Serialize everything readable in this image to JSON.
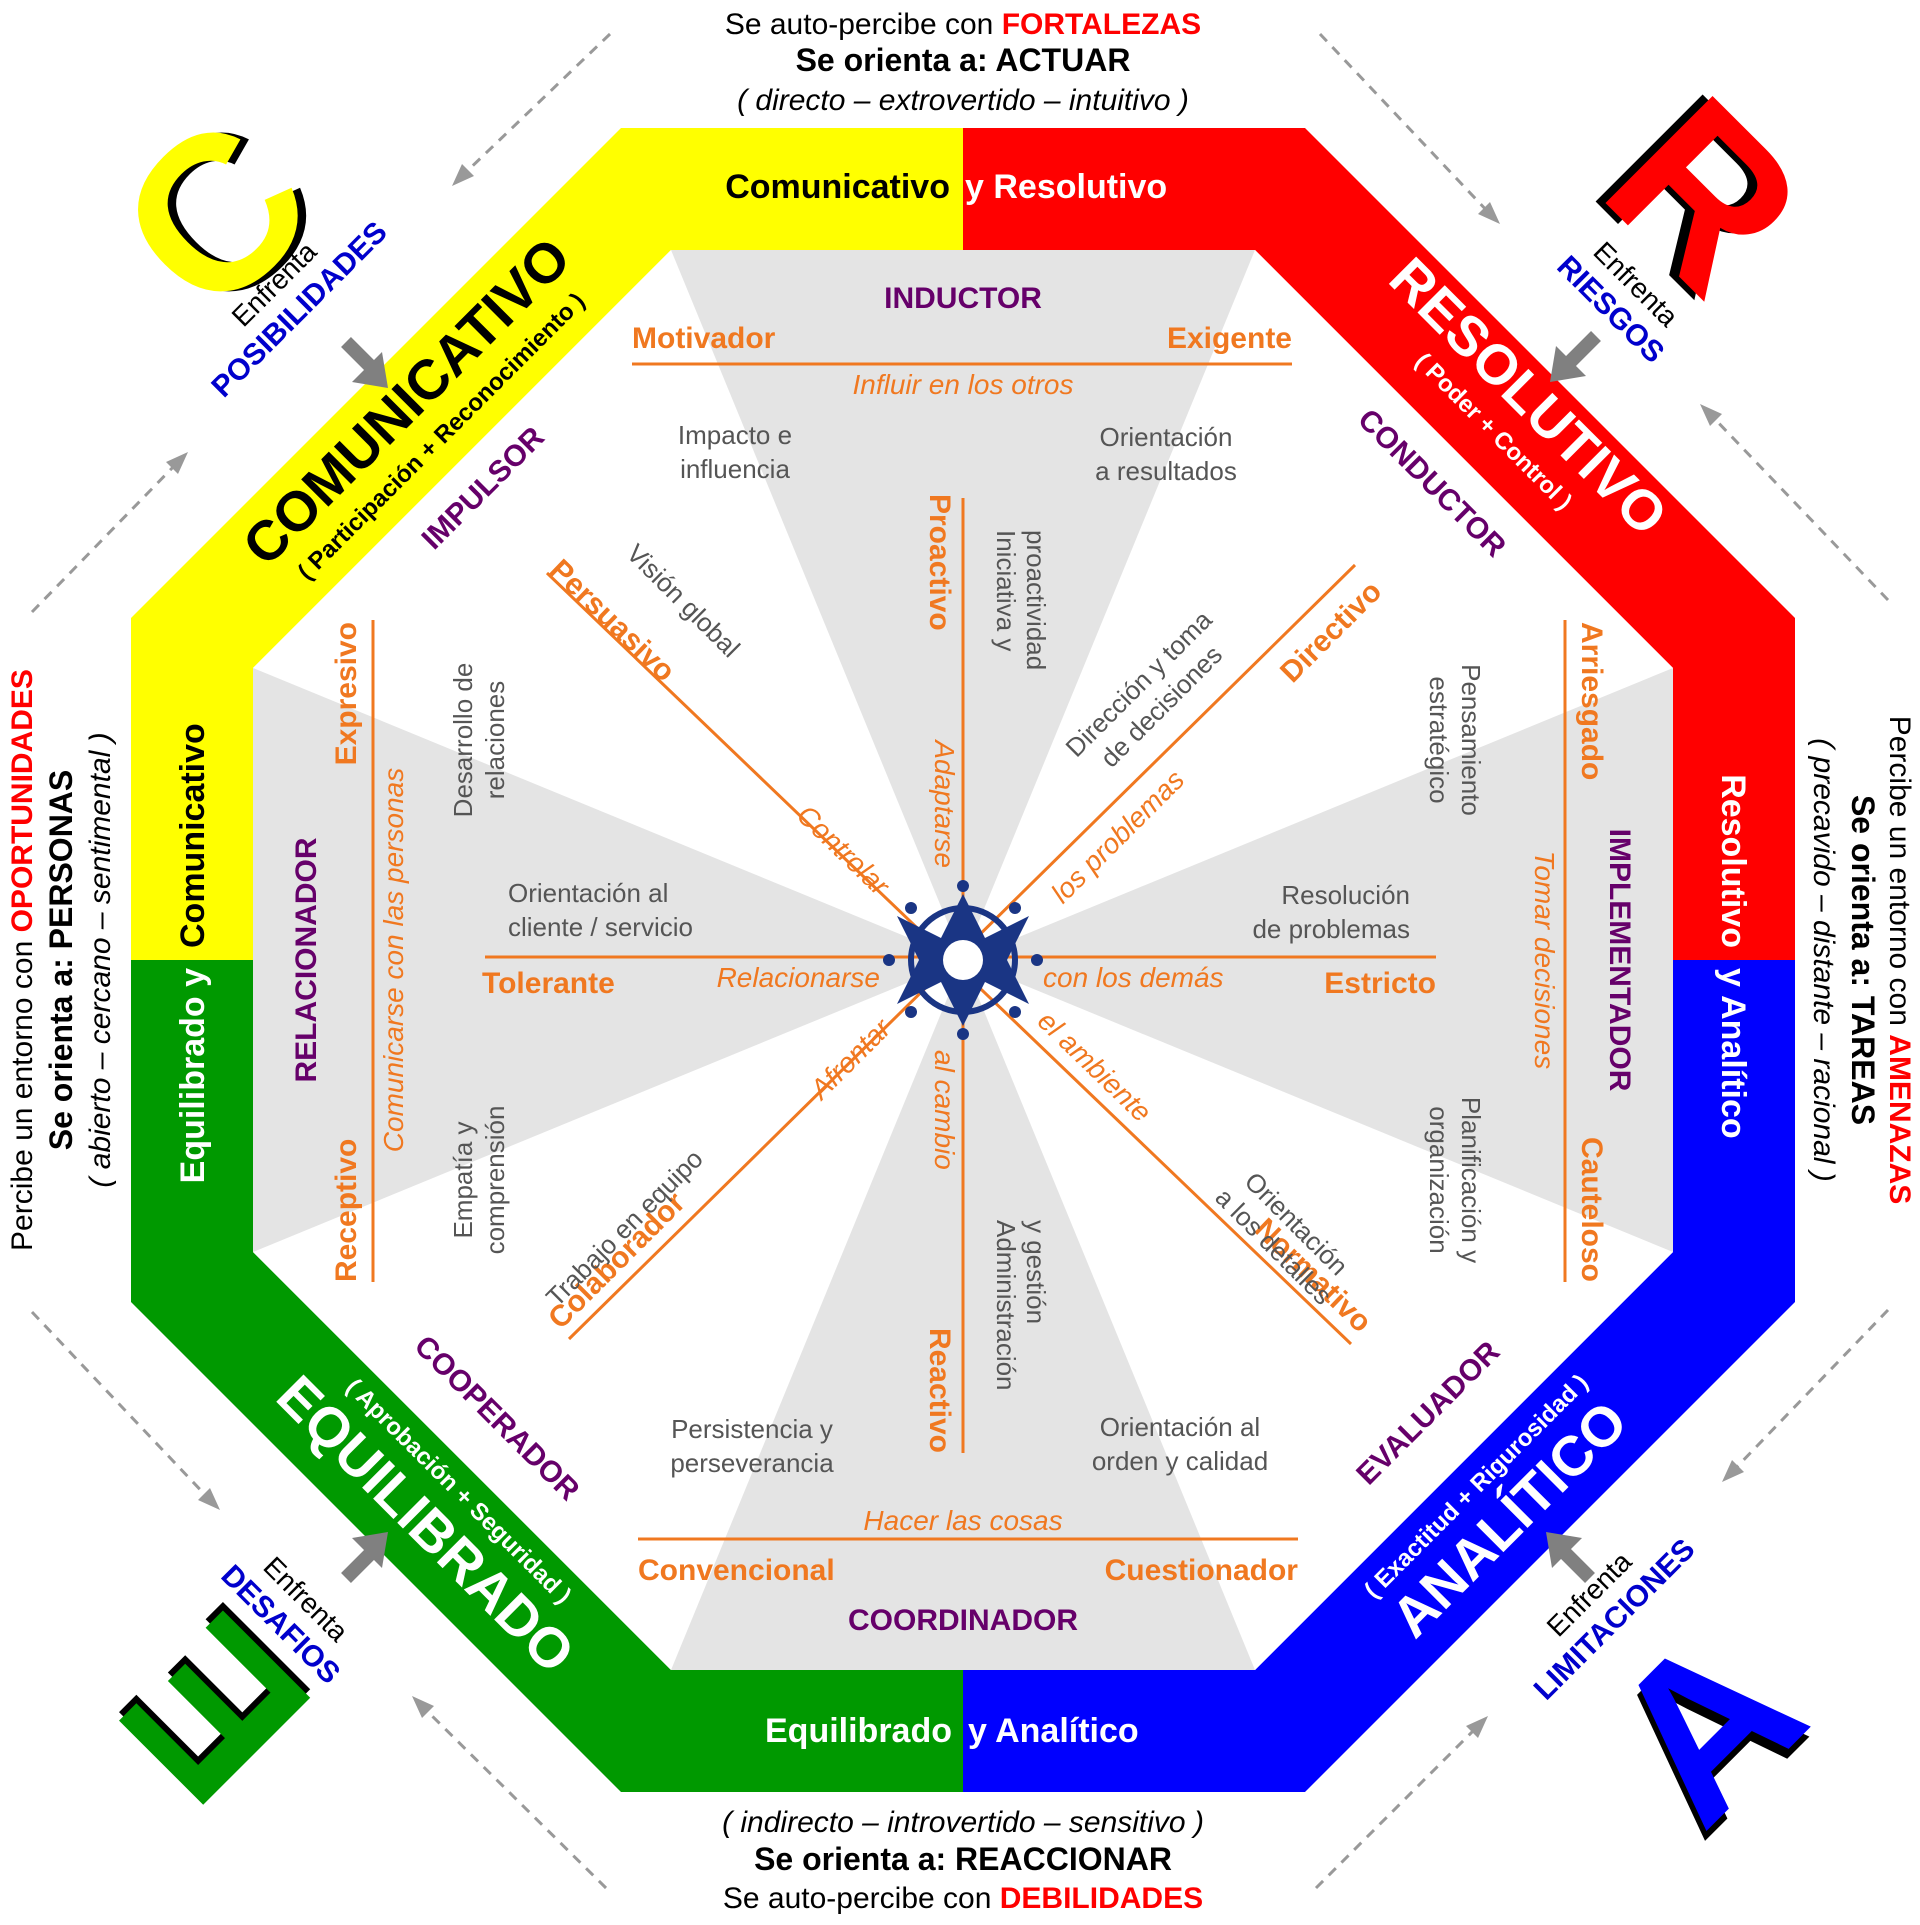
{
  "colors": {
    "yellow": "#FFFF00",
    "red": "#FF0000",
    "blue": "#0000FF",
    "green": "#009900",
    "orange": "#F07820",
    "purple": "#66006A",
    "gray_text": "#555555",
    "inner_gray": "#E4E4E4",
    "navy": "#1A3584",
    "accent_blue": "#0000CC"
  },
  "top": {
    "line1_prefix": "Se auto-percibe con",
    "line1_key": "FORTALEZAS",
    "line2_prefix": "Se orienta a:",
    "line2_key": "ACTUAR",
    "line3": "( directo – extrovertido – intuitivo )"
  },
  "bottom": {
    "line1": "( indirecto – introvertido – sensitivo )",
    "line2_prefix": "Se orienta a:",
    "line2_key": "REACCIONAR",
    "line3_prefix": "Se auto-percibe con",
    "line3_key": "DEBILIDADES"
  },
  "left": {
    "line1_prefix": "Percibe un entorno con",
    "line1_key": "OPORTUNIDADES",
    "line2_prefix": "Se orienta a:",
    "line2_key": "PERSONAS",
    "line3": "( abierto – cercano – sentimental )"
  },
  "right": {
    "line1_prefix": "Percibe un entorno con",
    "line1_key": "AMENAZAS",
    "line2_prefix": "Se orienta a:",
    "line2_key": "TAREAS",
    "line3": "( precavido – distante – racional )"
  },
  "letters": {
    "c": "C",
    "r": "R",
    "e": "E",
    "a": "A"
  },
  "corners": {
    "tl": {
      "label": "Enfrenta",
      "key": "POSIBILIDADES"
    },
    "tr": {
      "label": "Enfrenta",
      "key": "RIESGOS"
    },
    "bl": {
      "label": "Enfrenta",
      "key": "DESAFIOS"
    },
    "br": {
      "label": "Enfrenta",
      "key": "LIMITACIONES"
    }
  },
  "bands": {
    "top_left": "Comunicativo",
    "top_right": "y Resolutivo",
    "right_top": "Resolutivo",
    "right_bottom": "y Analítico",
    "bottom_left": "Equilibrado",
    "bottom_right": "y Analítico",
    "left_top": "Comunicativo",
    "left_bottom": "Equilibrado y"
  },
  "styles": {
    "comunicativo": {
      "title": "COMUNICATIVO",
      "sub": "( Participación + Reconocimiento )"
    },
    "resolutivo": {
      "title": "RESOLUTIVO",
      "sub": "( Poder + Control )"
    },
    "equilibrado": {
      "title": "EQUILIBRADO",
      "sub": "( Aprobación + Seguridad )"
    },
    "analitico": {
      "title": "ANALÍTICO",
      "sub": "( Exactitud + Rigurosidad )"
    }
  },
  "roles": {
    "inductor": "INDUCTOR",
    "conductor": "CONDUCTOR",
    "implementador": "IMPLEMENTADOR",
    "evaluador": "EVALUADOR",
    "coordinador": "COORDINADOR",
    "cooperador": "COOPERADOR",
    "relacionador": "RELACIONADOR",
    "impulsor": "IMPULSOR"
  },
  "axes": {
    "influir": {
      "left": "Motivador",
      "right": "Exigente",
      "caption": "Influir en los otros"
    },
    "hacer": {
      "left": "Convencional",
      "right": "Cuestionador",
      "caption": "Hacer las cosas"
    },
    "comunicarse": {
      "top": "Expresivo",
      "bottom": "Receptivo",
      "caption": "Comunicarse con las personas"
    },
    "decisiones": {
      "top": "Arriesgado",
      "bottom": "Cauteloso",
      "caption": "Tomar decisiones"
    },
    "adaptarse": {
      "top": "Proactivo",
      "bottom": "Reactivo",
      "caption_top": "Adaptarse",
      "caption_bottom": "al cambio"
    },
    "relacionarse": {
      "left": "Tolerante",
      "right": "Estricto",
      "caption_left": "Relacionarse",
      "caption_right": "con los demás"
    },
    "controlar": {
      "top": "Persuasivo",
      "bottom": "Normativo",
      "caption_top": "Controlar",
      "caption_bottom": "el ambiente"
    },
    "afrontar": {
      "top": "Directivo",
      "bottom": "Colaborador",
      "caption_top": "los problemas",
      "caption_bottom": "Afrontar"
    }
  },
  "competencies": {
    "impacto": [
      "Impacto e",
      "influencia"
    ],
    "resultados": [
      "Orientación",
      "a resultados"
    ],
    "iniciativa": [
      "Iniciativa y",
      "proactividad"
    ],
    "vision": "Visión global",
    "direccion": [
      "Dirección y toma",
      "de decisiones"
    ],
    "desarrollo": [
      "Desarrollo de",
      "relaciones"
    ],
    "pensamiento": [
      "Pensamiento",
      "estratégico"
    ],
    "cliente": [
      "Orientación al",
      "cliente / servicio"
    ],
    "resolucion": [
      "Resolución",
      "de problemas"
    ],
    "empatia": [
      "Empatía y",
      "comprensión"
    ],
    "planificacion": [
      "Planificación y",
      "organización"
    ],
    "trabajo": "Trabajo en equipo",
    "detalles": [
      "Orientación",
      "a los detalles"
    ],
    "administracion": [
      "Administración",
      "y gestión"
    ],
    "persistencia": [
      "Persistencia y",
      "perseverancia"
    ],
    "orden": [
      "Orientación al",
      "orden y calidad"
    ]
  }
}
